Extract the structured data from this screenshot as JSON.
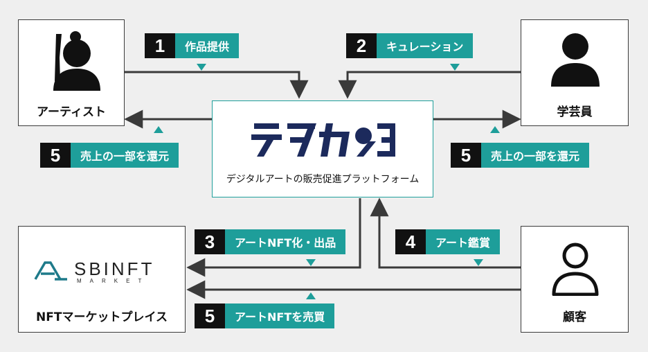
{
  "nodes": {
    "artist": "アーティスト",
    "curator": "学芸員",
    "platform_caption": "デジタルアートの販売促進プラットフォーム",
    "marketplace": "NFTマーケットプレイス",
    "customer": "顧客"
  },
  "logos": {
    "sbinft_main": "SBINFT",
    "sbinft_sub": "MARKET"
  },
  "steps": [
    {
      "num": "1",
      "label": "作品提供"
    },
    {
      "num": "2",
      "label": "キュレーション"
    },
    {
      "num": "5",
      "label": "売上の一部を還元"
    },
    {
      "num": "5",
      "label": "売上の一部を還元"
    },
    {
      "num": "3",
      "label": "アートNFT化・出品"
    },
    {
      "num": "4",
      "label": "アート鑑賞"
    },
    {
      "num": "5",
      "label": "アートNFTを売買"
    }
  ],
  "colors": {
    "accent": "#1e9e9a",
    "dark": "#111111",
    "line": "#3a3a3a"
  },
  "icons": {
    "artist": "artist-with-brush-icon",
    "curator": "person-filled-icon",
    "customer": "person-outline-icon"
  }
}
